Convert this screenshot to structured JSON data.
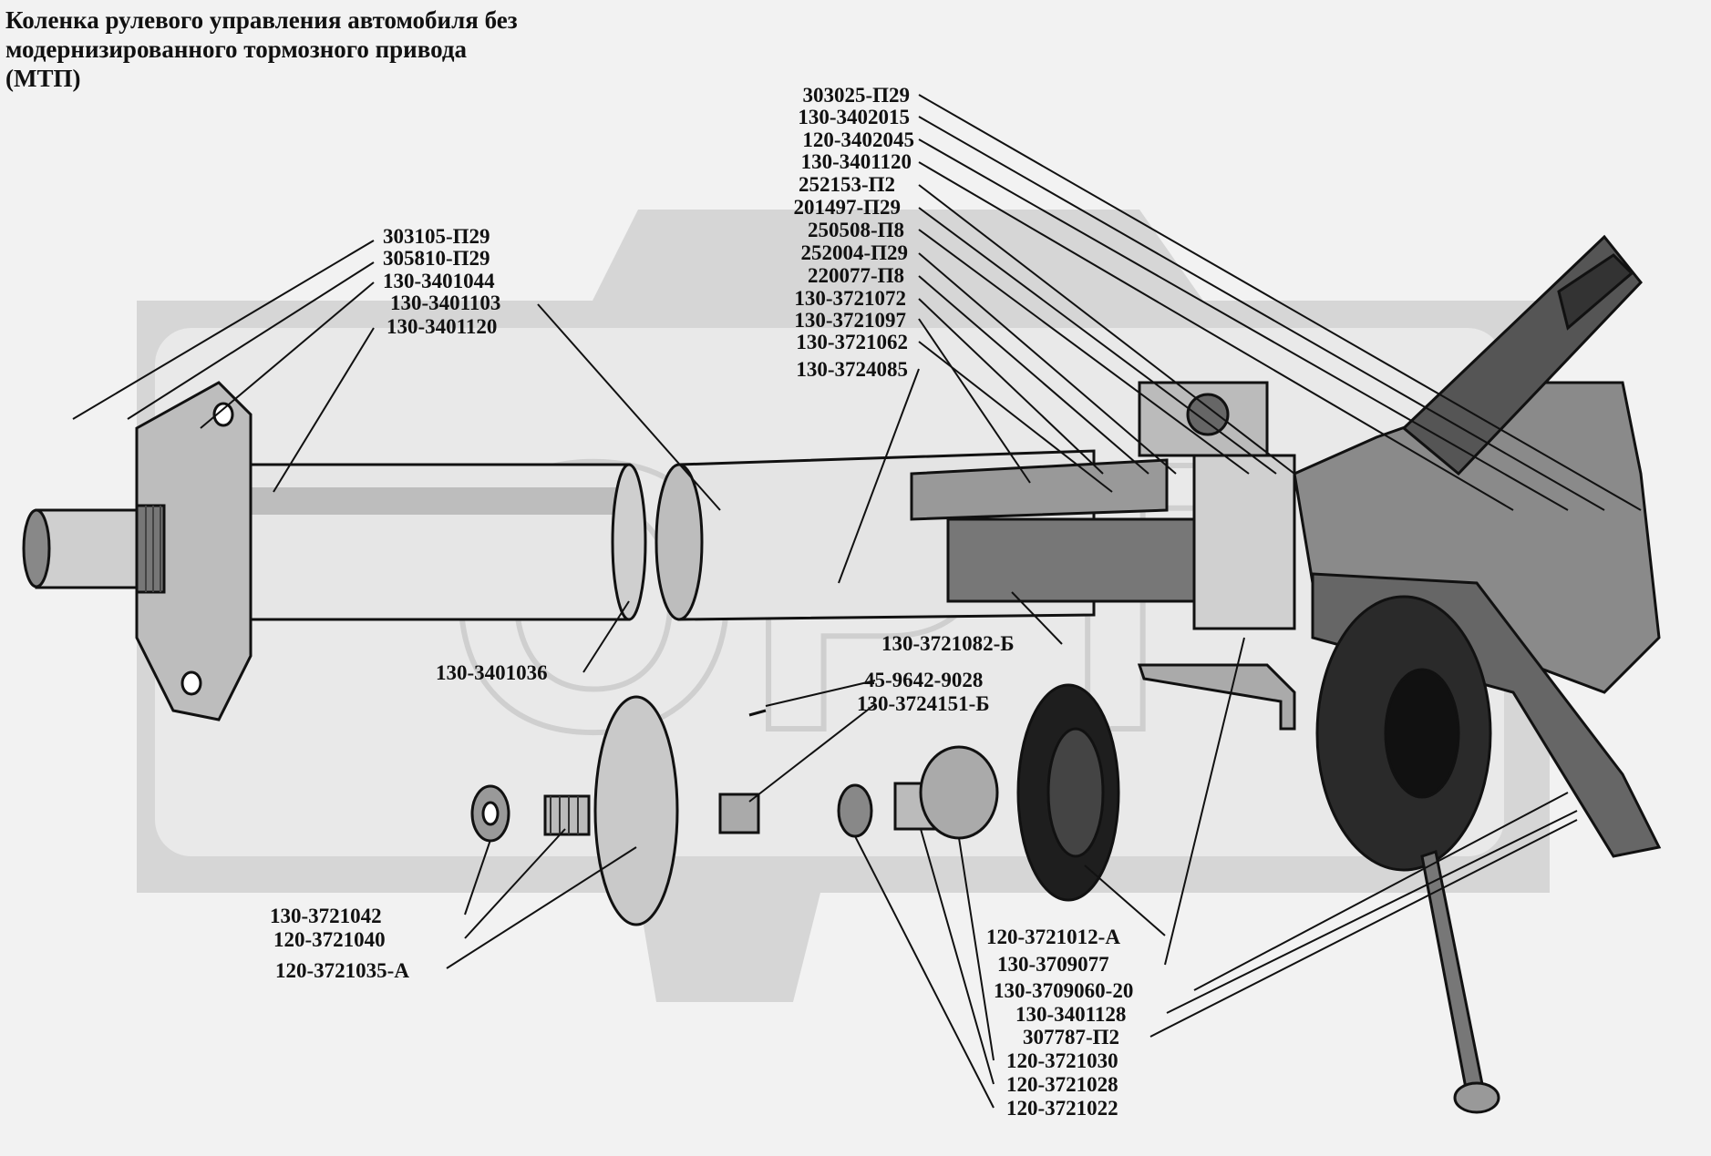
{
  "title": {
    "line1": "Коленка рулевого управления автомобиля без",
    "line2": "модернизированного тормозного привода",
    "line3": "(МТП)"
  },
  "watermark": "OPT",
  "labels": {
    "top": [
      "303025-П29",
      "130-3402015",
      "120-3402045",
      "130-3401120",
      "252153-П2",
      "201497-П29",
      "250508-П8",
      "252004-П29",
      "220077-П8",
      "130-3721072",
      "130-3721097",
      "130-3721062",
      "130-3724085"
    ],
    "left": [
      "303105-П29",
      "305810-П29",
      "130-3401044",
      "130-3401103",
      "130-3401120"
    ],
    "middle": [
      "130-3401036",
      "130-3721082-Б",
      "45-9642-9028",
      "130-3724151-Б"
    ],
    "bottom_left": [
      "130-3721042",
      "120-3721040",
      "120-3721035-А"
    ],
    "bottom_right": [
      "120-3721012-А",
      "130-3709077",
      "130-3709060-20",
      "130-3401128",
      "307787-П2",
      "120-3721030",
      "120-3721028",
      "120-3721022"
    ]
  }
}
